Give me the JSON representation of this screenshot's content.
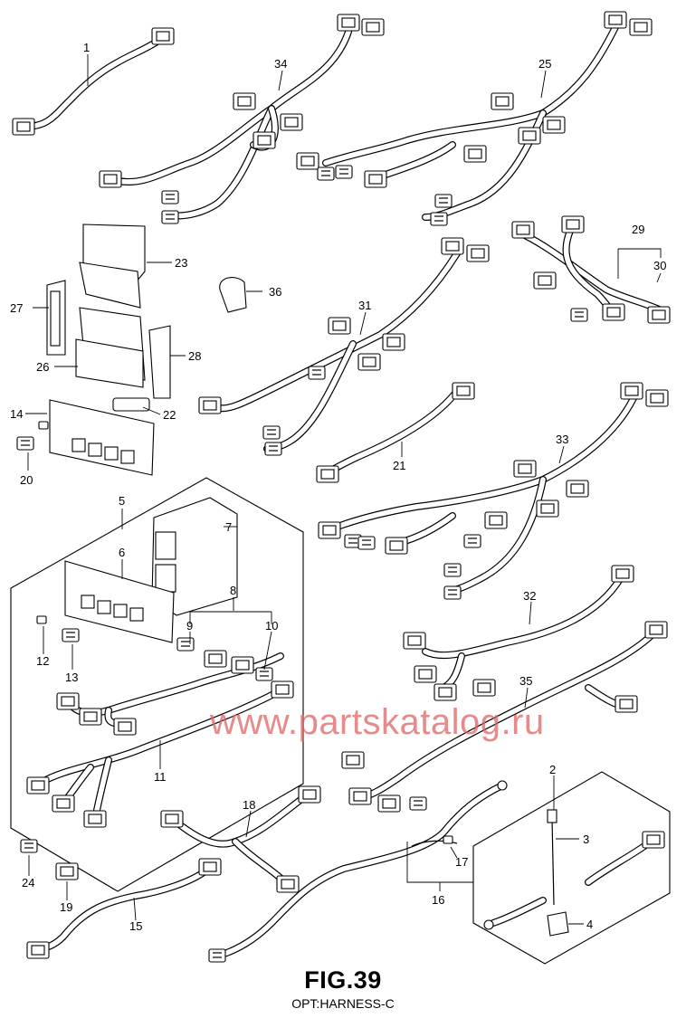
{
  "figure": {
    "title": "FIG.39",
    "subtitle": "OPT:HARNESS-C"
  },
  "watermark": "www.partskatalog.ru",
  "callouts": {
    "c1": "1",
    "c2": "2",
    "c3": "3",
    "c4": "4",
    "c5": "5",
    "c6": "6",
    "c7": "7",
    "c8": "8",
    "c9": "9",
    "c10": "10",
    "c11": "11",
    "c12": "12",
    "c13": "13",
    "c14": "14",
    "c15": "15",
    "c16": "16",
    "c17": "17",
    "c18": "18",
    "c19": "19",
    "c20": "20",
    "c21": "21",
    "c22": "22",
    "c23": "23",
    "c24": "24",
    "c25": "25",
    "c26": "26",
    "c27": "27",
    "c28": "28",
    "c29": "29",
    "c30": "30",
    "c31": "31",
    "c32": "32",
    "c33": "33",
    "c34": "34",
    "c35": "35",
    "c36": "36"
  },
  "colors": {
    "line": "#000000",
    "watermark": "#de6464"
  }
}
